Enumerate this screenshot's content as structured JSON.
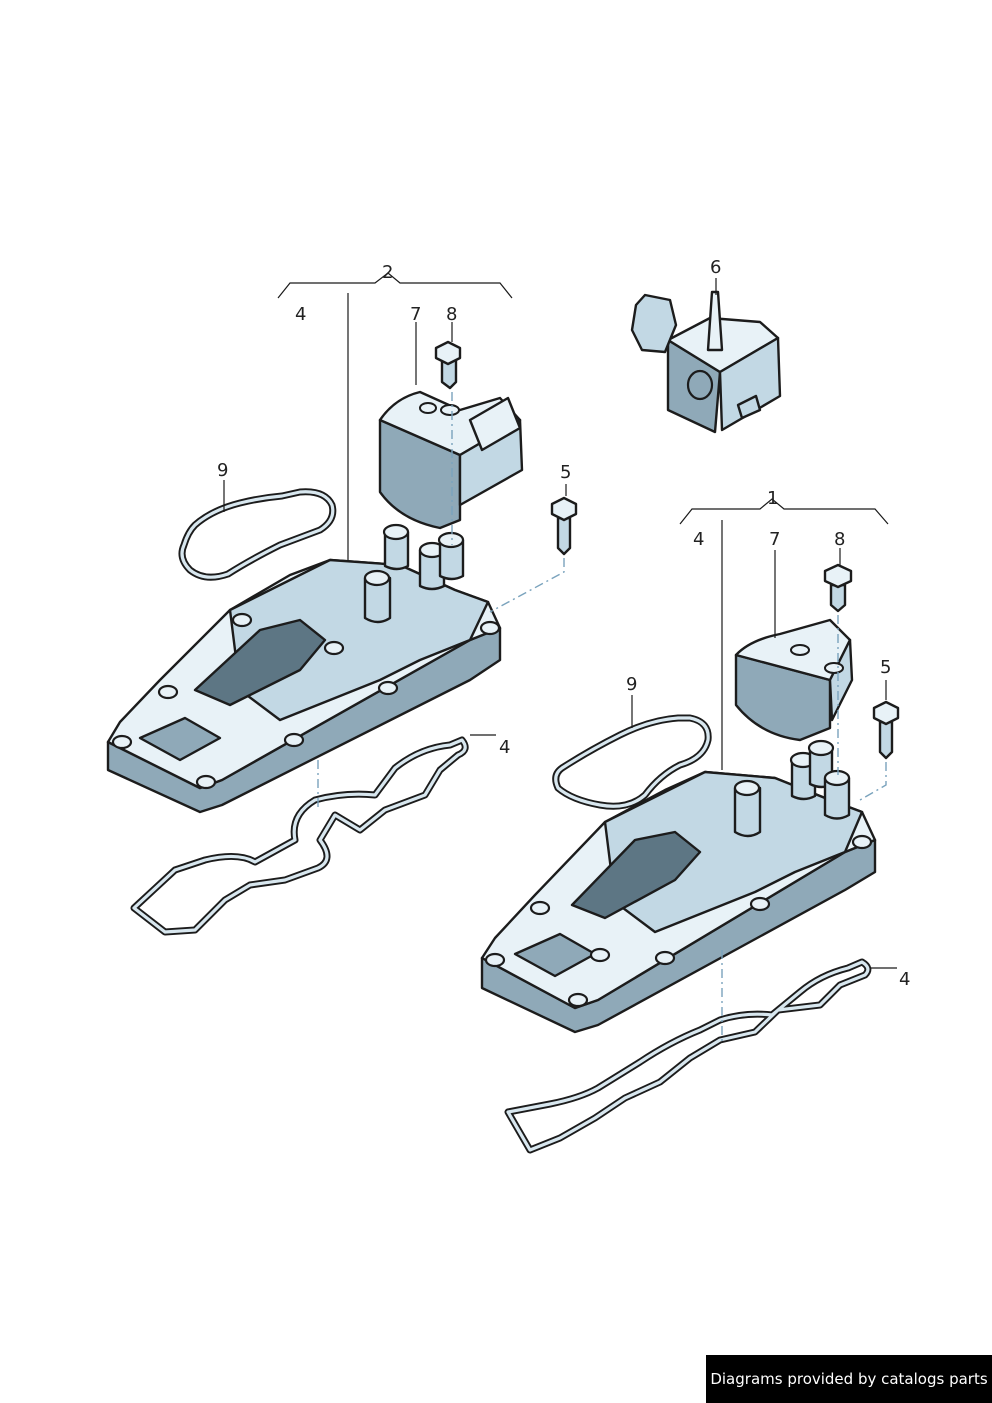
{
  "callouts": {
    "a2": "2",
    "a4_top": "4",
    "a7": "7",
    "a8": "8",
    "a9": "9",
    "a5": "5",
    "a4_gasket": "4",
    "b6": "6",
    "c1": "1",
    "c4_top": "4",
    "c7": "7",
    "c8": "8",
    "c9": "9",
    "c5": "5",
    "c4_gasket": "4"
  },
  "footer": {
    "credit": "Diagrams provided by catalogs parts"
  },
  "colors": {
    "part_light": "#e8f2f7",
    "part_mid": "#c2d8e4",
    "part_dark": "#8fa9b8",
    "outline": "#1c1c1c",
    "leader_dash": "#7aa3bd"
  }
}
